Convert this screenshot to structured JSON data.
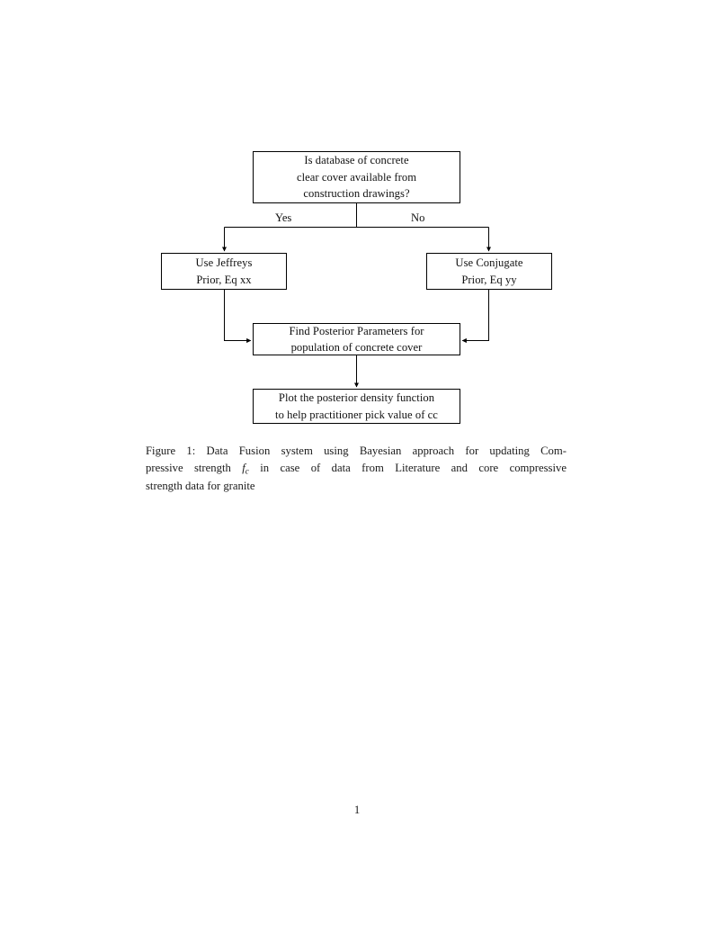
{
  "document": {
    "page_number": "1"
  },
  "figure": {
    "caption_label": "Figure 1:",
    "caption_line_1": "Figure 1: Data Fusion system using Bayesian approach for updating Com-",
    "caption_line_2_a": "pressive strength",
    "caption_symbol": "f",
    "caption_symbol_sub": "c",
    "caption_line_2_b": "in case of data from Literature and core compressive",
    "caption_line_3": "strength data for granite",
    "flowchart": {
      "nodes": [
        {
          "id": "decision",
          "lines": [
            "Is database of concrete",
            "clear cover available from",
            "construction drawings?"
          ]
        },
        {
          "id": "jeffreys-prior",
          "lines": [
            "Use Jeffreys",
            "Prior, Eq xx"
          ]
        },
        {
          "id": "conjugate-prior",
          "lines": [
            "Use Conjugate",
            "Prior, Eq yy"
          ]
        },
        {
          "id": "find-posterior",
          "lines": [
            "Find Posterior Parameters for",
            "population of concrete cover"
          ]
        },
        {
          "id": "plot-posterior",
          "lines": [
            "Plot the posterior density function",
            "to help practitioner pick value of cc"
          ]
        }
      ],
      "edge_labels": {
        "yes": "Yes",
        "no": "No"
      }
    }
  },
  "colors": {
    "page_background": "#ffffff",
    "text": "#1a1a1a",
    "stroke": "#000000"
  }
}
